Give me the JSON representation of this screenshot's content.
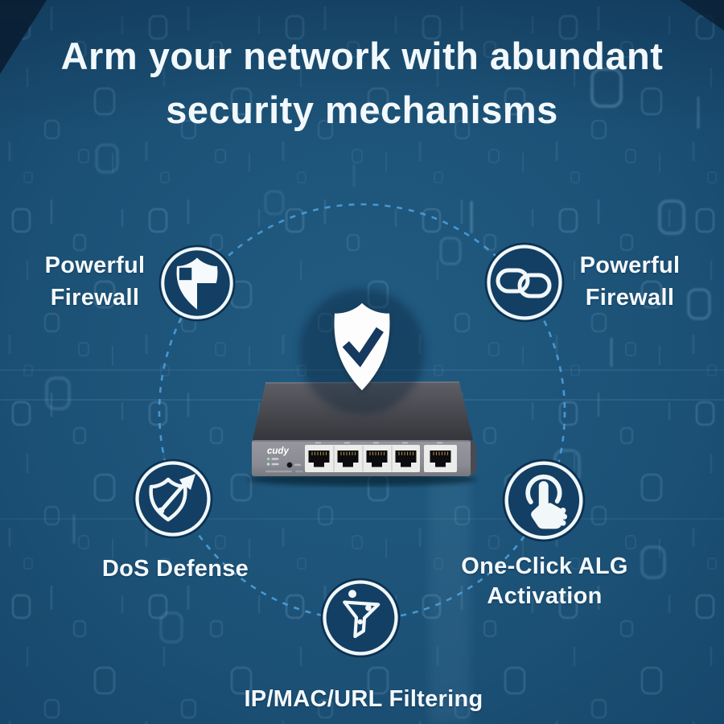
{
  "title": {
    "line1": "Arm your network with abundant",
    "line2": "security mechanisms"
  },
  "features": {
    "top_left": {
      "line1": "Powerful",
      "line2": "Firewall",
      "icon": "checkered-shield-icon"
    },
    "top_right": {
      "line1": "Powerful",
      "line2": "Firewall",
      "icon": "chain-link-icon"
    },
    "bottom_left": {
      "label": "DoS Defense",
      "icon": "shield-dart-icon"
    },
    "bottom_right": {
      "line1": "One-Click ALG",
      "line2": "Activation",
      "icon": "tap-finger-icon"
    },
    "bottom_center": {
      "label": "IP/MAC/URL Filtering",
      "icon": "funnel-filter-icon"
    }
  },
  "center": {
    "icon": "shield-checkmark-icon"
  },
  "device": {
    "brand": "cudy",
    "port_count": 5
  },
  "colors": {
    "background": "#1D5176",
    "badge_fill": "#123F63",
    "badge_ring": "#F2F7FA",
    "dashed_ring": "#4A9BD6",
    "text": "#F4F9FC",
    "shield_white": "#FDFDFD",
    "checkmark_navy": "#16395F"
  }
}
